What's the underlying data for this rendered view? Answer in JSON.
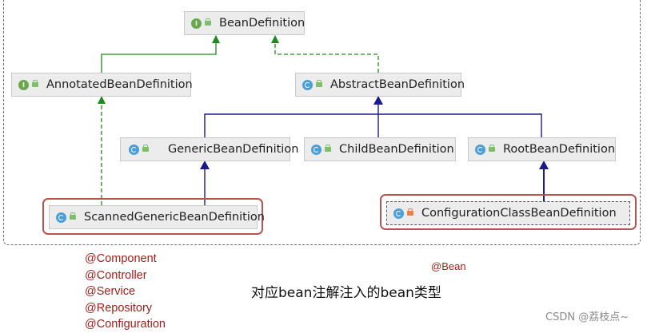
{
  "diagram": {
    "nodes": [
      {
        "id": "bean-definition",
        "label": "BeanDefinition",
        "kind": "interface",
        "visibility": "public",
        "icon": "interface-icon"
      },
      {
        "id": "annotated-bean-definition",
        "label": "AnnotatedBeanDefinition",
        "kind": "interface",
        "visibility": "public",
        "icon": "interface-icon"
      },
      {
        "id": "abstract-bean-definition",
        "label": "AbstractBeanDefinition",
        "kind": "abstract-class",
        "visibility": "public",
        "icon": "class-icon"
      },
      {
        "id": "generic-bean-definition",
        "label": "GenericBeanDefinition",
        "kind": "class",
        "visibility": "public",
        "icon": "class-icon"
      },
      {
        "id": "child-bean-definition",
        "label": "ChildBeanDefinition",
        "kind": "class",
        "visibility": "public",
        "icon": "class-icon"
      },
      {
        "id": "root-bean-definition",
        "label": "RootBeanDefinition",
        "kind": "class",
        "visibility": "public",
        "icon": "class-icon"
      },
      {
        "id": "scanned-generic-bean-definition",
        "label": "ScannedGenericBeanDefinition",
        "kind": "class",
        "visibility": "public",
        "icon": "class-icon"
      },
      {
        "id": "configuration-class-bean-definition",
        "label": "ConfigurationClassBeanDefinition",
        "kind": "class",
        "visibility": "private",
        "icon": "class-icon"
      }
    ],
    "edges": [
      {
        "from": "annotated-bean-definition",
        "to": "bean-definition",
        "type": "extends",
        "style": "solid",
        "color": "#1e8a1e"
      },
      {
        "from": "abstract-bean-definition",
        "to": "bean-definition",
        "type": "implements",
        "style": "dashed",
        "color": "#1e8a1e"
      },
      {
        "from": "generic-bean-definition",
        "to": "abstract-bean-definition",
        "type": "extends",
        "style": "solid",
        "color": "#1a1a8c"
      },
      {
        "from": "child-bean-definition",
        "to": "abstract-bean-definition",
        "type": "extends",
        "style": "solid",
        "color": "#1a1a8c"
      },
      {
        "from": "root-bean-definition",
        "to": "abstract-bean-definition",
        "type": "extends",
        "style": "solid",
        "color": "#1a1a8c"
      },
      {
        "from": "scanned-generic-bean-definition",
        "to": "generic-bean-definition",
        "type": "extends",
        "style": "solid",
        "color": "#1a1a8c"
      },
      {
        "from": "scanned-generic-bean-definition",
        "to": "annotated-bean-definition",
        "type": "implements",
        "style": "dashed",
        "color": "#1e8a1e"
      },
      {
        "from": "configuration-class-bean-definition",
        "to": "root-bean-definition",
        "type": "extends",
        "style": "solid",
        "color": "#1a1a8c"
      }
    ],
    "highlighted": [
      "scanned-generic-bean-definition",
      "configuration-class-bean-definition"
    ],
    "highlight_color": "#b85450"
  },
  "annotations": {
    "scanned": [
      "@Component",
      "@Controller",
      "@Service",
      "@Repository",
      "@Configuration"
    ],
    "configuration": "@Bean",
    "color": "#a0201c"
  },
  "caption": "对应bean注解注入的bean类型",
  "watermark": "CSDN @荔枝点~"
}
